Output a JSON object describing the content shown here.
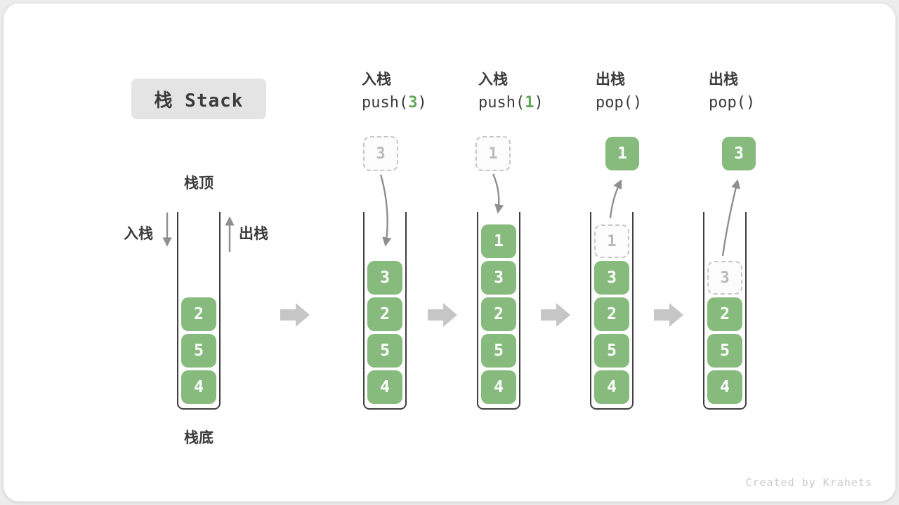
{
  "title": "栈 Stack",
  "watermark": "Created by Krahets",
  "labels": {
    "stack_top": "栈顶",
    "stack_bottom": "栈底",
    "push_side": "入栈",
    "pop_side": "出栈"
  },
  "ops": [
    {
      "name": "入栈",
      "fn": "push(",
      "arg": "3",
      "close": ")"
    },
    {
      "name": "入栈",
      "fn": "push(",
      "arg": "1",
      "close": ")"
    },
    {
      "name": "出栈",
      "fn": "pop(",
      "arg": "",
      "close": ")"
    },
    {
      "name": "出栈",
      "fn": "pop(",
      "arg": "",
      "close": ")"
    }
  ],
  "stacks": [
    {
      "items": [
        "2",
        "5",
        "4"
      ]
    },
    {
      "incoming": "3",
      "items": [
        "3",
        "2",
        "5",
        "4"
      ]
    },
    {
      "incoming": "1",
      "items": [
        "1",
        "3",
        "2",
        "5",
        "4"
      ]
    },
    {
      "popped": "1",
      "ghost": "1",
      "items": [
        "3",
        "2",
        "5",
        "4"
      ]
    },
    {
      "popped": "3",
      "ghost": "3",
      "items": [
        "2",
        "5",
        "4"
      ]
    }
  ],
  "colors": {
    "cell_green": "#87BB7E",
    "code_arg_green": "#5FA65A",
    "connector_gray": "#8F8F8F",
    "step_arrow_gray": "#C6C6C6",
    "title_bg": "#E4E4E4",
    "text_dark": "#3B3B3B",
    "ghost_gray": "#B9B9B9"
  }
}
